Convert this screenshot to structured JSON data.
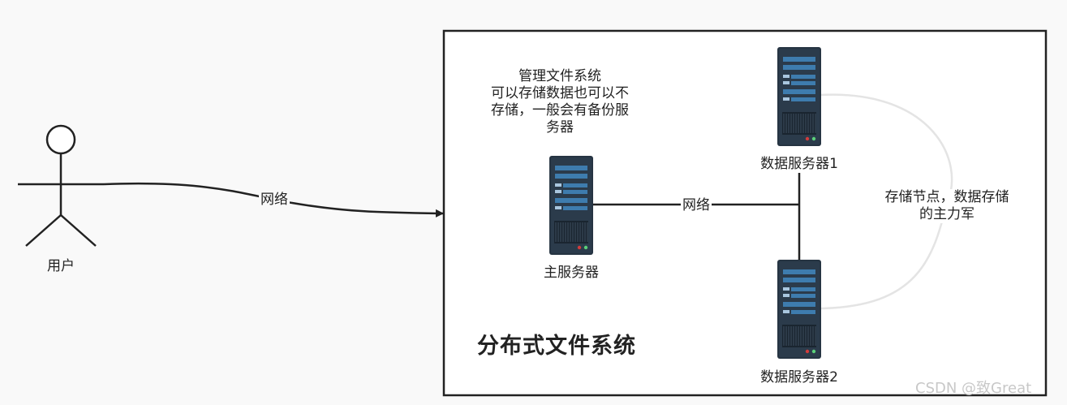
{
  "user": {
    "label": "用户"
  },
  "edges": {
    "user_to_fs": "网络",
    "main_to_data": "网络"
  },
  "system": {
    "title": "分布式文件系统"
  },
  "main_server": {
    "label": "主服务器",
    "note_lines": [
      "管理文件系统",
      "可以存储数据也可以不",
      "存储，一般会有备份服",
      "务器"
    ]
  },
  "data_server_1": {
    "label": "数据服务器1"
  },
  "data_server_2": {
    "label": "数据服务器2"
  },
  "data_note": {
    "lines": [
      "存储节点，数据存储",
      "的主力军"
    ]
  },
  "watermark": "CSDN @致Great",
  "colors": {
    "server_body": "#263442",
    "server_slot": "#3e7cae",
    "server_led_red": "#d23c3c",
    "server_led_green": "#5bd07a",
    "frame": "#222222"
  },
  "icons": [
    "stick-figure-icon",
    "server-icon"
  ]
}
